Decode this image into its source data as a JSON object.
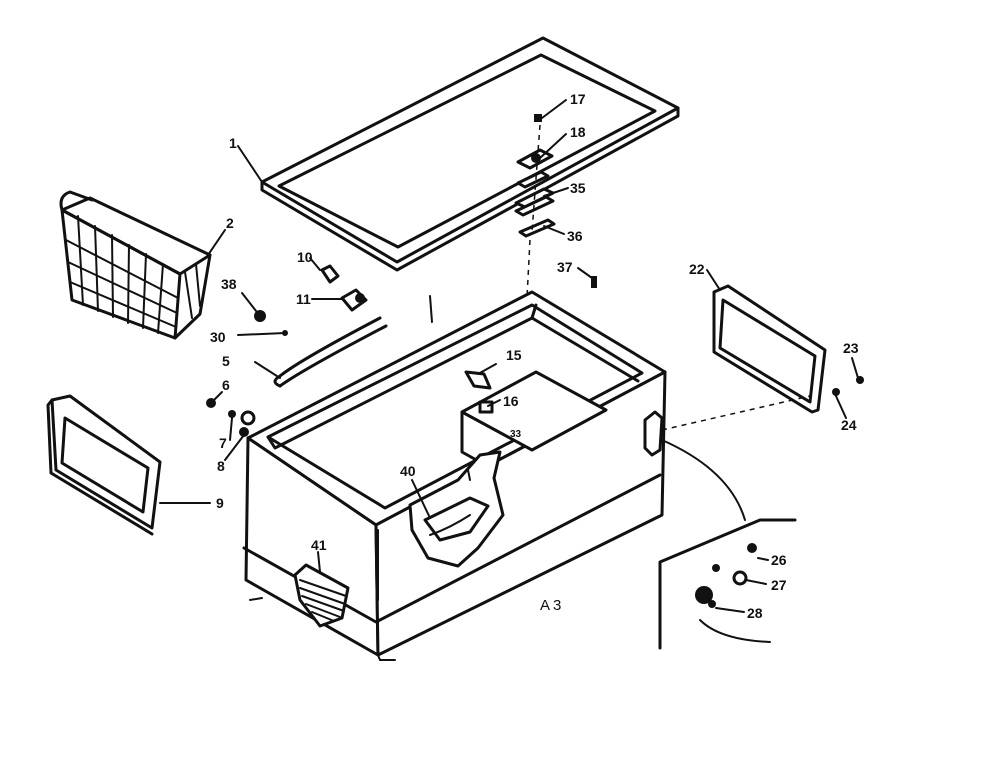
{
  "diagram": {
    "caption": "A3",
    "callouts": [
      "1",
      "2",
      "5",
      "6",
      "7",
      "8",
      "9",
      "10",
      "11",
      "15",
      "16",
      "17",
      "18",
      "22",
      "23",
      "24",
      "26",
      "27",
      "28",
      "30",
      "33",
      "35",
      "36",
      "37",
      "38",
      "40",
      "41"
    ]
  }
}
